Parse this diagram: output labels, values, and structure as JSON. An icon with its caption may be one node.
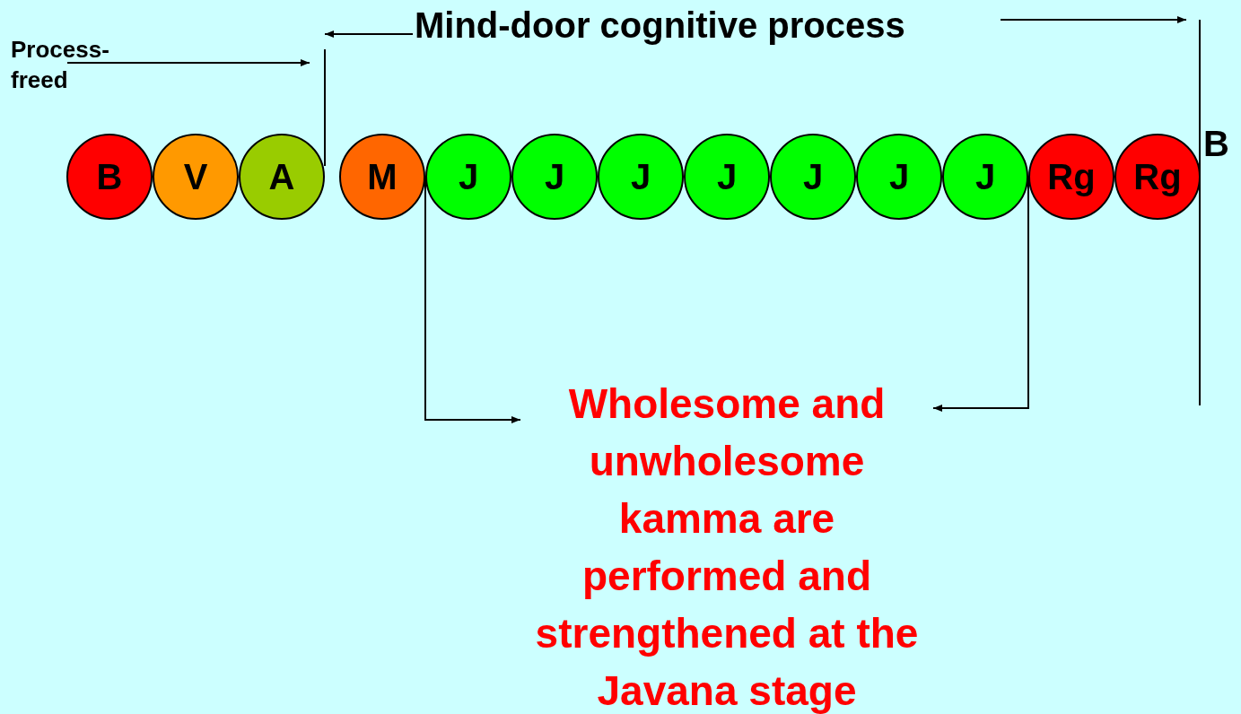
{
  "diagram": {
    "nodes": [
      {
        "text": [
          "B"
        ]
      },
      {
        "text": [
          "V"
        ]
      },
      {
        "text": [
          "A"
        ]
      },
      {
        "text": [
          "M"
        ]
      },
      {
        "text": [
          "J"
        ]
      },
      {
        "text": [
          "J"
        ]
      },
      {
        "text": [
          "J"
        ]
      },
      {
        "text": [
          "J"
        ]
      },
      {
        "text": [
          "J"
        ]
      },
      {
        "text": [
          "J"
        ]
      },
      {
        "text": [
          "J"
        ]
      },
      {
        "text": [
          "Rg"
        ]
      },
      {
        "text": [
          "Rg"
        ]
      },
      {
        "text": [
          "Wholesome and unwholesome kamma are performed and strengthened at the Javana stage"
        ]
      }
    ],
    "edges": [
      {
        "from": 3,
        "to": 13,
        "arrow": "to"
      },
      {
        "from": 10,
        "to": 13,
        "arrow": "to"
      }
    ],
    "labels": [
      "Mind-door cognitive process",
      "Process-freed",
      "B"
    ]
  }
}
